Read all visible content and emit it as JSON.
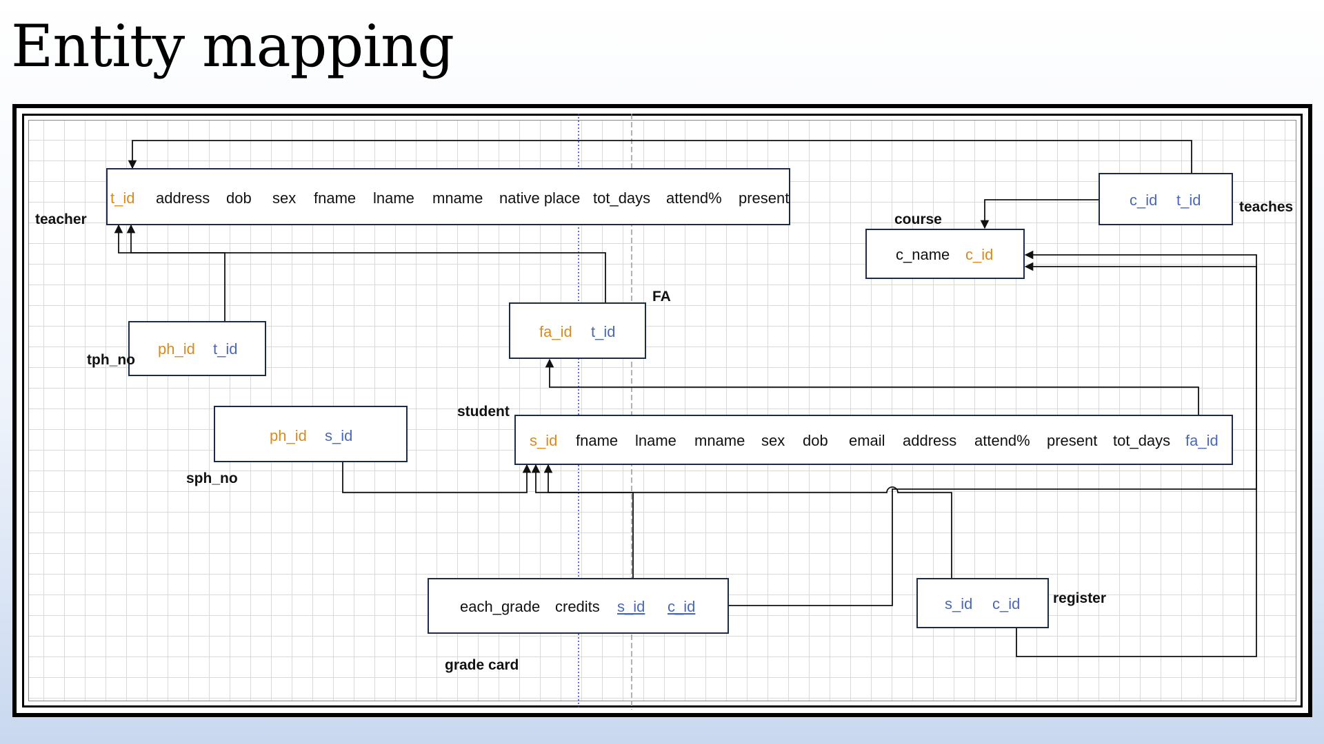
{
  "title": "Entity mapping",
  "entities": {
    "teacher": {
      "name": "teacher",
      "attrs": [
        {
          "text": "t_id",
          "color": "#d98a1f"
        },
        {
          "text": "address",
          "color": "#111111"
        },
        {
          "text": "dob",
          "color": "#111111"
        },
        {
          "text": "sex",
          "color": "#111111"
        },
        {
          "text": "fname",
          "color": "#111111"
        },
        {
          "text": "lname",
          "color": "#111111"
        },
        {
          "text": "mname",
          "color": "#111111"
        },
        {
          "text": "native place",
          "color": "#111111"
        },
        {
          "text": "tot_days",
          "color": "#111111"
        },
        {
          "text": "attend%",
          "color": "#111111"
        },
        {
          "text": "present",
          "color": "#111111"
        }
      ]
    },
    "teaches": {
      "name": "teaches",
      "attrs": [
        {
          "text": "c_id",
          "color": "#4a68b8"
        },
        {
          "text": "t_id",
          "color": "#4a68b8"
        }
      ]
    },
    "course": {
      "name": "course",
      "attrs": [
        {
          "text": "c_name",
          "color": "#111111"
        },
        {
          "text": "c_id",
          "color": "#d98a1f"
        }
      ]
    },
    "tph_no": {
      "name": "tph_no",
      "attrs": [
        {
          "text": "ph_id",
          "color": "#d98a1f"
        },
        {
          "text": "t_id",
          "color": "#4a68b8"
        }
      ]
    },
    "fa": {
      "name": "FA",
      "attrs": [
        {
          "text": "fa_id",
          "color": "#d98a1f"
        },
        {
          "text": "t_id",
          "color": "#4a68b8"
        }
      ]
    },
    "sph_no": {
      "name": "sph_no",
      "attrs": [
        {
          "text": "ph_id",
          "color": "#d98a1f"
        },
        {
          "text": "s_id",
          "color": "#4a68b8"
        }
      ]
    },
    "student": {
      "name": "student",
      "attrs": [
        {
          "text": "s_id",
          "color": "#d98a1f"
        },
        {
          "text": "fname",
          "color": "#111111"
        },
        {
          "text": "lname",
          "color": "#111111"
        },
        {
          "text": "mname",
          "color": "#111111"
        },
        {
          "text": "sex",
          "color": "#111111"
        },
        {
          "text": "dob",
          "color": "#111111"
        },
        {
          "text": "email",
          "color": "#111111"
        },
        {
          "text": "address",
          "color": "#111111"
        },
        {
          "text": "attend%",
          "color": "#111111"
        },
        {
          "text": "present",
          "color": "#111111"
        },
        {
          "text": "tot_days",
          "color": "#111111"
        },
        {
          "text": "fa_id",
          "color": "#4a68b8"
        }
      ]
    },
    "grade_card": {
      "name": "grade card",
      "attrs": [
        {
          "text": "each_grade",
          "color": "#111111"
        },
        {
          "text": "credits",
          "color": "#111111"
        },
        {
          "text": "s_id",
          "color": "#4a68b8"
        },
        {
          "text": "c_id",
          "color": "#4a68b8"
        }
      ]
    },
    "register": {
      "name": "register",
      "attrs": [
        {
          "text": "s_id",
          "color": "#4a68b8"
        },
        {
          "text": "c_id",
          "color": "#4a68b8"
        }
      ]
    }
  }
}
